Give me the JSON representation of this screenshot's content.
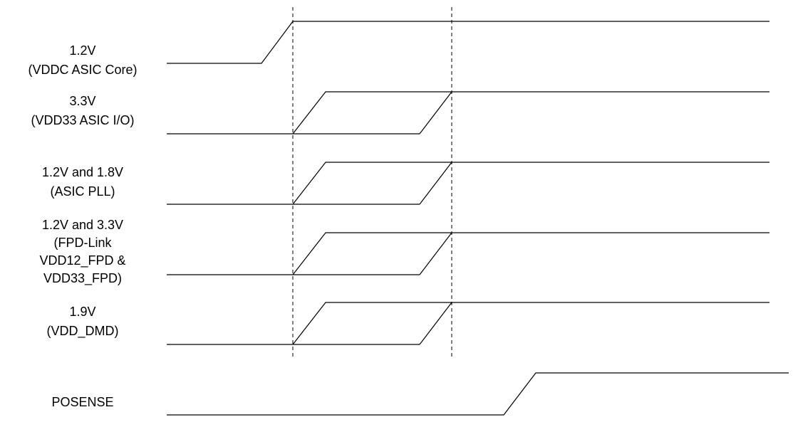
{
  "diagram": {
    "title": "Power-up sequencing timing diagram",
    "colors": {
      "line": "#000000",
      "background": "#ffffff"
    },
    "signals": [
      {
        "id": "vddc",
        "label_lines": [
          "1.2V",
          "(VDDC ASIC Core)"
        ],
        "type": "single-edge"
      },
      {
        "id": "vdd33",
        "label_lines": [
          "3.3V",
          "(VDD33 ASIC I/O)"
        ],
        "type": "window"
      },
      {
        "id": "pll",
        "label_lines": [
          "1.2V and 1.8V",
          "(ASIC PLL)"
        ],
        "type": "window"
      },
      {
        "id": "fpd",
        "label_lines": [
          "1.2V and 3.3V",
          "(FPD-Link",
          "VDD12_FPD &",
          "VDD33_FPD)"
        ],
        "type": "window"
      },
      {
        "id": "dmd",
        "label_lines": [
          "1.9V",
          "(VDD_DMD)"
        ],
        "type": "window"
      },
      {
        "id": "posense",
        "label_lines": [
          "POSENSE"
        ],
        "type": "late-edge"
      }
    ]
  }
}
